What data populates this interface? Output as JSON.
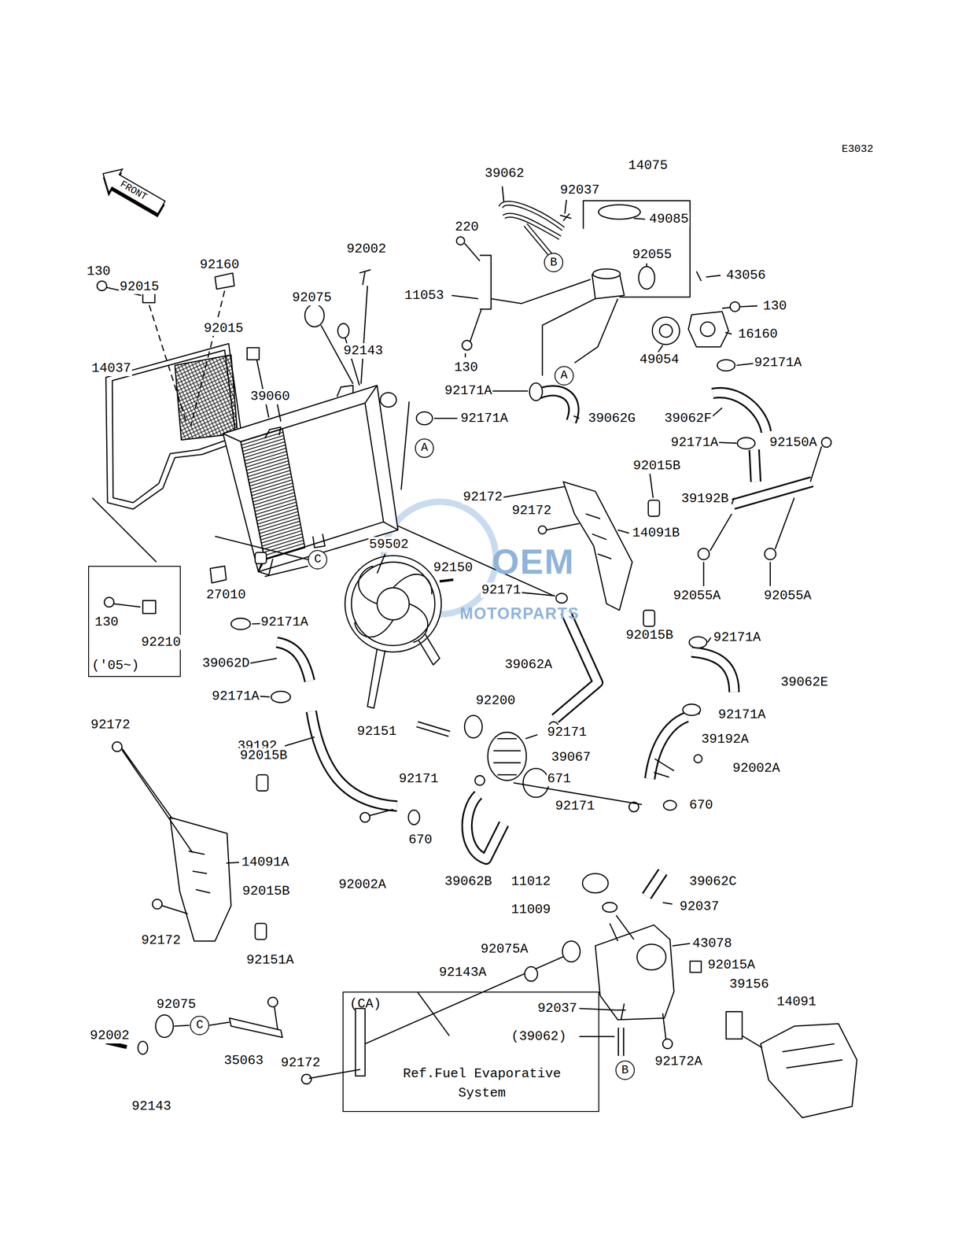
{
  "diagram": {
    "nodes": [
      {
        "text": [
          "FRONT"
        ]
      },
      {
        "text": [
          "B"
        ]
      },
      {
        "text": [
          "A"
        ]
      },
      {
        "text": [
          "A"
        ]
      },
      {
        "text": [
          "C"
        ]
      },
      {
        "text": [
          "('05~)"
        ]
      },
      {
        "text": [
          "C"
        ]
      },
      {
        "text": [
          "(CA)",
          "Ref.Fuel Evaporative System"
        ]
      },
      {
        "text": [
          "B"
        ]
      }
    ],
    "labels": [
      "E3032",
      "39062",
      "14075",
      "92037",
      "49085",
      "220",
      "92055",
      "130",
      "92160",
      "92002",
      "43056",
      "92015",
      "11053",
      "92075",
      "130",
      "92015",
      "16160",
      "92143",
      "49054",
      "92171A",
      "130",
      "14037",
      "92171A",
      "39060",
      "92171A",
      "39062G",
      "39062F",
      "92171A",
      "92150A",
      "92015B",
      "92172",
      "39192B",
      "92172",
      "14091B",
      "59502",
      "92150",
      "92171",
      "27010",
      "92055A",
      "92055A",
      "130",
      "92171A",
      "92015B",
      "92171A",
      "92210",
      "39062D",
      "39062A",
      "39062E",
      "92171A",
      "92200",
      "92171A",
      "92172",
      "92151",
      "92171",
      "39192A",
      "39192",
      "92015B",
      "39067",
      "92002A",
      "92171",
      "671",
      "92171",
      "670",
      "670",
      "14091A",
      "92002A",
      "39062B",
      "11012",
      "39062C",
      "92015B",
      "92037",
      "11009",
      "92172",
      "43078",
      "92075A",
      "92151A",
      "92015A",
      "92143A",
      "39156",
      "14091",
      "92075",
      "92037",
      "92002",
      "(39062)",
      "35063",
      "92172A",
      "92172",
      "92143",
      "OEM",
      "MOTORPARTS"
    ]
  }
}
